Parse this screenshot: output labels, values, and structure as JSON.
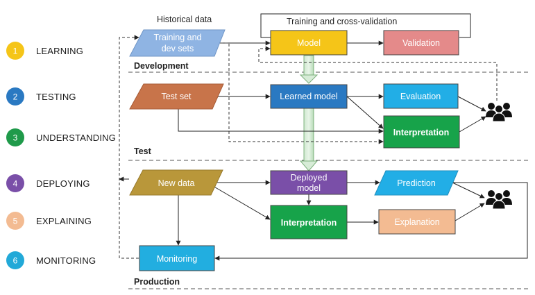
{
  "steps": [
    {
      "num": "1",
      "label": "LEARNING",
      "color": "#f5c518"
    },
    {
      "num": "2",
      "label": "TESTING",
      "color": "#2a79c2"
    },
    {
      "num": "3",
      "label": "UNDERSTANDING",
      "color": "#1f9a4a"
    },
    {
      "num": "4",
      "label": "DEPLOYING",
      "color": "#7a4fa8"
    },
    {
      "num": "5",
      "label": "EXPLAINING",
      "color": "#f3bb92"
    },
    {
      "num": "6",
      "label": "MONITORING",
      "color": "#22a9d8"
    }
  ],
  "headers": {
    "historical": "Historical data",
    "training_cv": "Training and cross-validation"
  },
  "sections": {
    "development": "Development",
    "test": "Test",
    "production": "Production"
  },
  "nodes": {
    "training_sets_line1": "Training and",
    "training_sets_line2": "dev sets",
    "model": "Model",
    "validation": "Validation",
    "test_set": "Test set",
    "learned_model": "Learned model",
    "evaluation": "Evaluation",
    "interpretation_test": "Interpretation",
    "new_data": "New data",
    "deployed_model_line1": "Deployed",
    "deployed_model_line2": "model",
    "prediction": "Prediction",
    "interpretation_prod": "Interpretation",
    "explanation": "Explanation",
    "monitoring": "Monitoring"
  },
  "colors": {
    "parallelogram_blue": "#8fb4e3",
    "model_yellow": "#f5c518",
    "validation_red": "#e48a8a",
    "test_orange": "#c8744a",
    "learned_blue": "#2a79c2",
    "evaluation_cyan": "#22aee6",
    "interp_green": "#17a34a",
    "newdata_olive": "#b9973a",
    "deployed_purple": "#7a4fa8",
    "explanation_peach": "#f3bb92",
    "monitoring_cyan": "#22aee0"
  },
  "icons": [
    "users-icon",
    "users-icon"
  ]
}
